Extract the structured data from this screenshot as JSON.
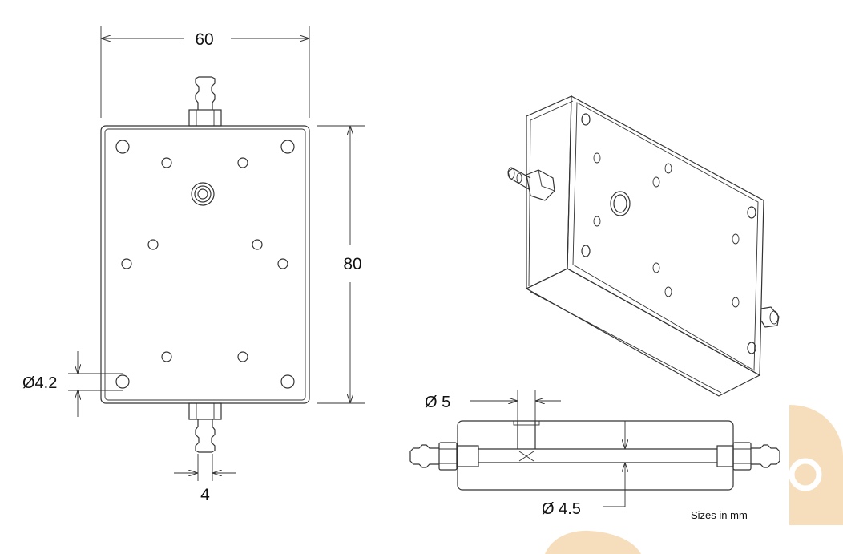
{
  "labels": {
    "width": "60",
    "height": "80",
    "hole_diameter": "Ø4.2",
    "barb_width": "4",
    "inlet_diameter": "Ø 5",
    "channel_diameter": "Ø 4.5",
    "units_note": "Sizes in mm"
  },
  "colors": {
    "outline": "#333333",
    "watermark": "#f3d3a6"
  }
}
